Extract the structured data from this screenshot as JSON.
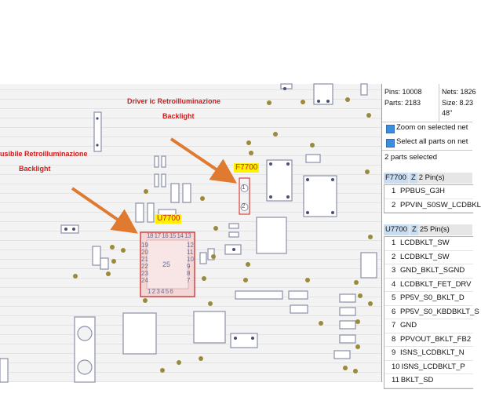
{
  "annotations": {
    "driver_label_line1": "Driver ic Retroilluminazione",
    "driver_label_line2": "Backlight",
    "fuse_label_line1": "usibile Retroilluminazione",
    "fuse_label_line2": "Backlight"
  },
  "board": {
    "fuse_ref": "F7700",
    "fuse_pin1": "1",
    "fuse_pin2": "2",
    "ic_ref": "U7700",
    "ic_center_pin": "25",
    "ic_top_pins": "18 17 16 15 14 13",
    "ic_left_pins": [
      "19",
      "20",
      "21",
      "22",
      "23",
      "24"
    ],
    "ic_right_pins": [
      "12",
      "11",
      "10",
      "9",
      "8",
      "7"
    ],
    "ic_bottom_pins": "1 2 3 4 5 6",
    "accent": "#e07a30",
    "highlight": "#fff200"
  },
  "panel": {
    "pins": "Pins: 10008",
    "parts": "Parts: 2183",
    "nets": "Nets: 1826",
    "size": "Size: 8.23",
    "size_cont": "48\"",
    "zoom_label": "Zoom on selected net",
    "select_all_label": "Select all parts on net",
    "selected_count": "2 parts selected",
    "group1": {
      "part": "F7700",
      "z": "Z",
      "count": "2 Pin(s)",
      "pins": [
        {
          "n": "1",
          "net": "PPBUS_G3H"
        },
        {
          "n": "2",
          "net": "PPVIN_S0SW_LCDBKL"
        }
      ]
    },
    "group2": {
      "part": "U7700",
      "z": "Z",
      "count": "25 Pin(s)",
      "pins": [
        {
          "n": "1",
          "net": "LCDBKLT_SW"
        },
        {
          "n": "2",
          "net": "LCDBKLT_SW"
        },
        {
          "n": "3",
          "net": "GND_BKLT_SGND"
        },
        {
          "n": "4",
          "net": "LCDBKLT_FET_DRV"
        },
        {
          "n": "5",
          "net": "PP5V_S0_BKLT_D"
        },
        {
          "n": "6",
          "net": "PP5V_S0_KBDBKLT_S"
        },
        {
          "n": "7",
          "net": "GND"
        },
        {
          "n": "8",
          "net": "PPVOUT_BKLT_FB2"
        },
        {
          "n": "9",
          "net": "ISNS_LCDBKLT_N"
        },
        {
          "n": "10",
          "net": "ISNS_LCDBKLT_P"
        },
        {
          "n": "11",
          "net": "BKLT_SD"
        }
      ]
    }
  }
}
